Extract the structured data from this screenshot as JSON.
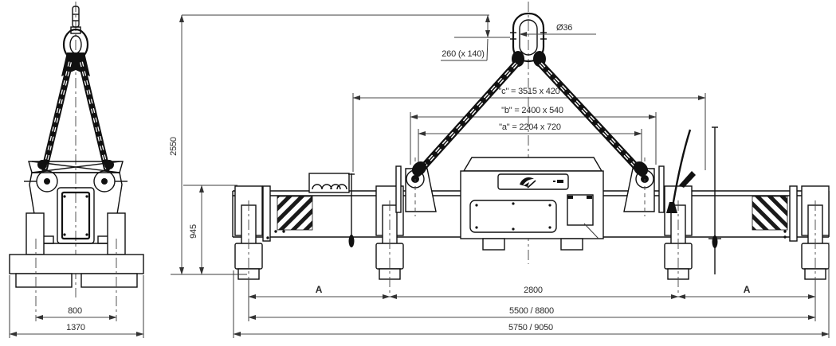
{
  "drawing": {
    "left_view": {
      "dim_pad_span": "800",
      "dim_base_width": "1370"
    },
    "front_view": {
      "dim_total_height": "2550",
      "dim_beam_height": "945",
      "dim_link_length": "260 (x 140)",
      "dim_link_diameter": "Ø36",
      "dim_chain_c": "\"c\" = 3515 x 420",
      "dim_chain_b": "\"b\" = 2400 x 540",
      "dim_chain_a": "\"a\" = 2204 x 720",
      "dim_spacing_left": "A",
      "dim_center_span": "2800",
      "dim_spacing_right": "A",
      "dim_magnet_span": "5500 / 8800",
      "dim_overall_length": "5750 / 9050"
    }
  }
}
